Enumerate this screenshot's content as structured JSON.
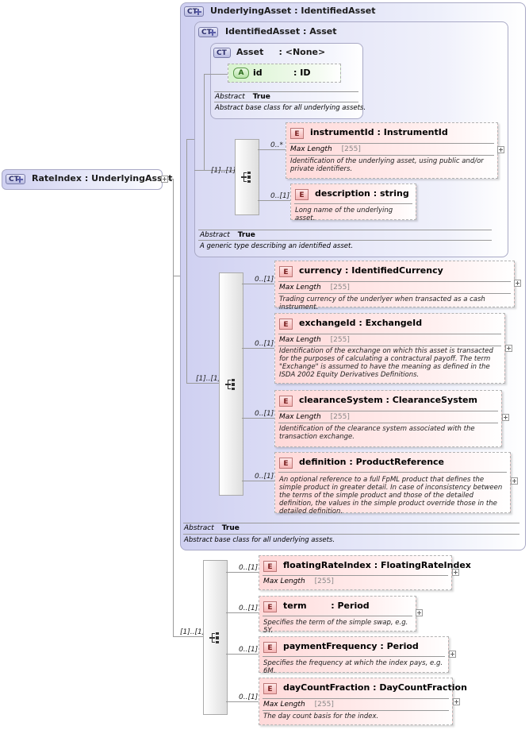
{
  "root": {
    "badge": "CT",
    "name": "RateIndex",
    "type": "UnderlyingAsset"
  },
  "underlying_asset": {
    "badge": "CT",
    "name": "UnderlyingAsset",
    "type": "IdentifiedAsset",
    "abstract_label": "Abstract",
    "abstract_value": "True",
    "doc": "Abstract base class for all underlying assets."
  },
  "identified_asset": {
    "badge": "CT",
    "name": "IdentifiedAsset",
    "type": "Asset",
    "abstract_label": "Abstract",
    "abstract_value": "True",
    "doc": "A generic type describing an identified asset."
  },
  "asset": {
    "badge": "CT",
    "name": "Asset",
    "type": "<None>",
    "attr_badge": "A",
    "attr_name": "id",
    "attr_type": "ID",
    "abstract_label": "Abstract",
    "abstract_value": "True",
    "doc": "Abstract base class for all underlying assets."
  },
  "seq1": {
    "card": "[1]..[1]",
    "elements": [
      {
        "card": "0..*",
        "badge": "E",
        "name": "instrumentId",
        "type": "InstrumentId",
        "facet": "Max Length",
        "facet_value": "[255]",
        "doc": "Identification of the underlying asset, using public and/or private identifiers."
      },
      {
        "card": "0..[1]",
        "badge": "E",
        "name": "description",
        "type": "string",
        "doc": "Long name of the underlying asset."
      }
    ]
  },
  "seq2": {
    "card": "[1]..[1]",
    "elements": [
      {
        "card": "0..[1]",
        "badge": "E",
        "name": "currency",
        "type": "IdentifiedCurrency",
        "facet": "Max Length",
        "facet_value": "[255]",
        "doc": "Trading currency of the underlyer when transacted as a cash instrument."
      },
      {
        "card": "0..[1]",
        "badge": "E",
        "name": "exchangeId",
        "type": "ExchangeId",
        "facet": "Max Length",
        "facet_value": "[255]",
        "doc": "Identification of the exchange on which this asset is transacted for the purposes of calculating a contractural payoff. The term \"Exchange\" is assumed to have the meaning as defined in the ISDA 2002 Equity Derivatives Definitions."
      },
      {
        "card": "0..[1]",
        "badge": "E",
        "name": "clearanceSystem",
        "type": "ClearanceSystem",
        "facet": "Max Length",
        "facet_value": "[255]",
        "doc": "Identification of the clearance system associated with the transaction exchange."
      },
      {
        "card": "0..[1]",
        "badge": "E",
        "name": "definition",
        "type": "ProductReference",
        "doc": "An optional reference to a full FpML product that defines the simple product in greater detail. In case of inconsistency between the terms of the simple product and those of the detailed definition, the values in the simple product override those in the detailed definition."
      }
    ]
  },
  "seq3": {
    "card": "[1]..[1]",
    "elements": [
      {
        "card": "0..[1]",
        "badge": "E",
        "name": "floatingRateIndex",
        "type": "FloatingRateIndex",
        "facet": "Max Length",
        "facet_value": "[255]"
      },
      {
        "card": "0..[1]",
        "badge": "E",
        "name": "term",
        "type": "Period",
        "doc": "Specifies the term of the simple swap, e.g. 5Y."
      },
      {
        "card": "0..[1]",
        "badge": "E",
        "name": "paymentFrequency",
        "type": "Period",
        "doc": "Specifies the frequency at which the index pays, e.g. 6M."
      },
      {
        "card": "0..[1]",
        "badge": "E",
        "name": "dayCountFraction",
        "type": "DayCountFraction",
        "facet": "Max Length",
        "facet_value": "[255]",
        "doc": "The day count basis for the index."
      }
    ]
  },
  "colon": ":"
}
